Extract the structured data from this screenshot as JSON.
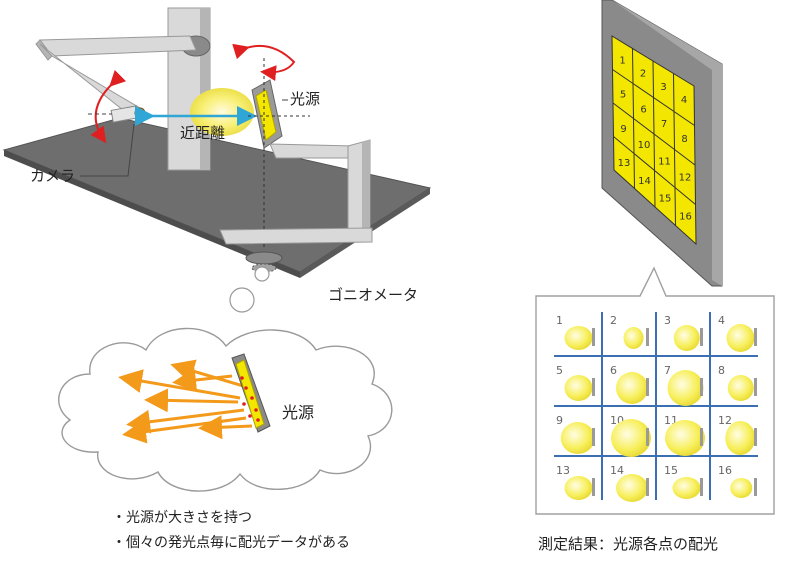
{
  "labels": {
    "light_source_top": "光源",
    "near_distance": "近距離",
    "camera": "カメラ",
    "goniometer": "ゴニオメータ",
    "light_source_cloud": "光源"
  },
  "bullets": [
    "・光源が大きさを持つ",
    "・個々の発光点毎に配光データがある"
  ],
  "result_caption": "測定結果：光源各点の配光",
  "panel_cells": [
    "1",
    "2",
    "3",
    "4",
    "5",
    "6",
    "7",
    "8",
    "9",
    "10",
    "11",
    "12",
    "13",
    "14",
    "15",
    "16"
  ],
  "result_cells": [
    "1",
    "2",
    "3",
    "4",
    "5",
    "6",
    "7",
    "8",
    "9",
    "10",
    "11",
    "12",
    "13",
    "14",
    "15",
    "16"
  ],
  "colors": {
    "panel_yellow": "#f3e600",
    "glow_yellow": "#f7ef5a",
    "arrow_red": "#e02020",
    "arrow_blue": "#2fa6d6",
    "ray_orange": "#f39a1b",
    "grid_blue": "#3a6fb3",
    "base_gray": "#6e6e6e",
    "frame_gray": "#d4d4d4"
  }
}
